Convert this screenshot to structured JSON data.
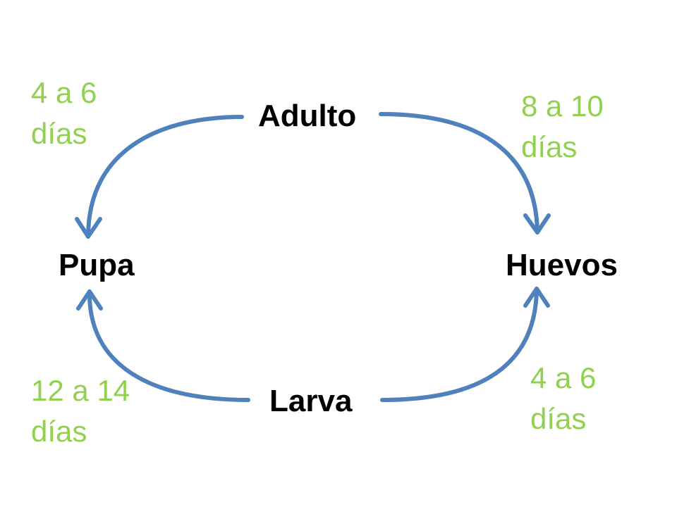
{
  "colors": {
    "arrow": "#4F81BD",
    "stage_text": "#000000",
    "duration_text": "#92D050"
  },
  "stages": {
    "adulto": "Adulto",
    "pupa": "Pupa",
    "huevos": "Huevos",
    "larva": "Larva"
  },
  "durations": {
    "adulto_to_pupa": {
      "line1": "4 a 6",
      "line2": "días"
    },
    "adulto_to_huevos": {
      "line1": "8 a 10",
      "line2": "días"
    },
    "larva_to_pupa": {
      "line1": "12 a 14",
      "line2": "días"
    },
    "larva_to_huevos": {
      "line1": "4 a 6",
      "line2": "días"
    }
  }
}
